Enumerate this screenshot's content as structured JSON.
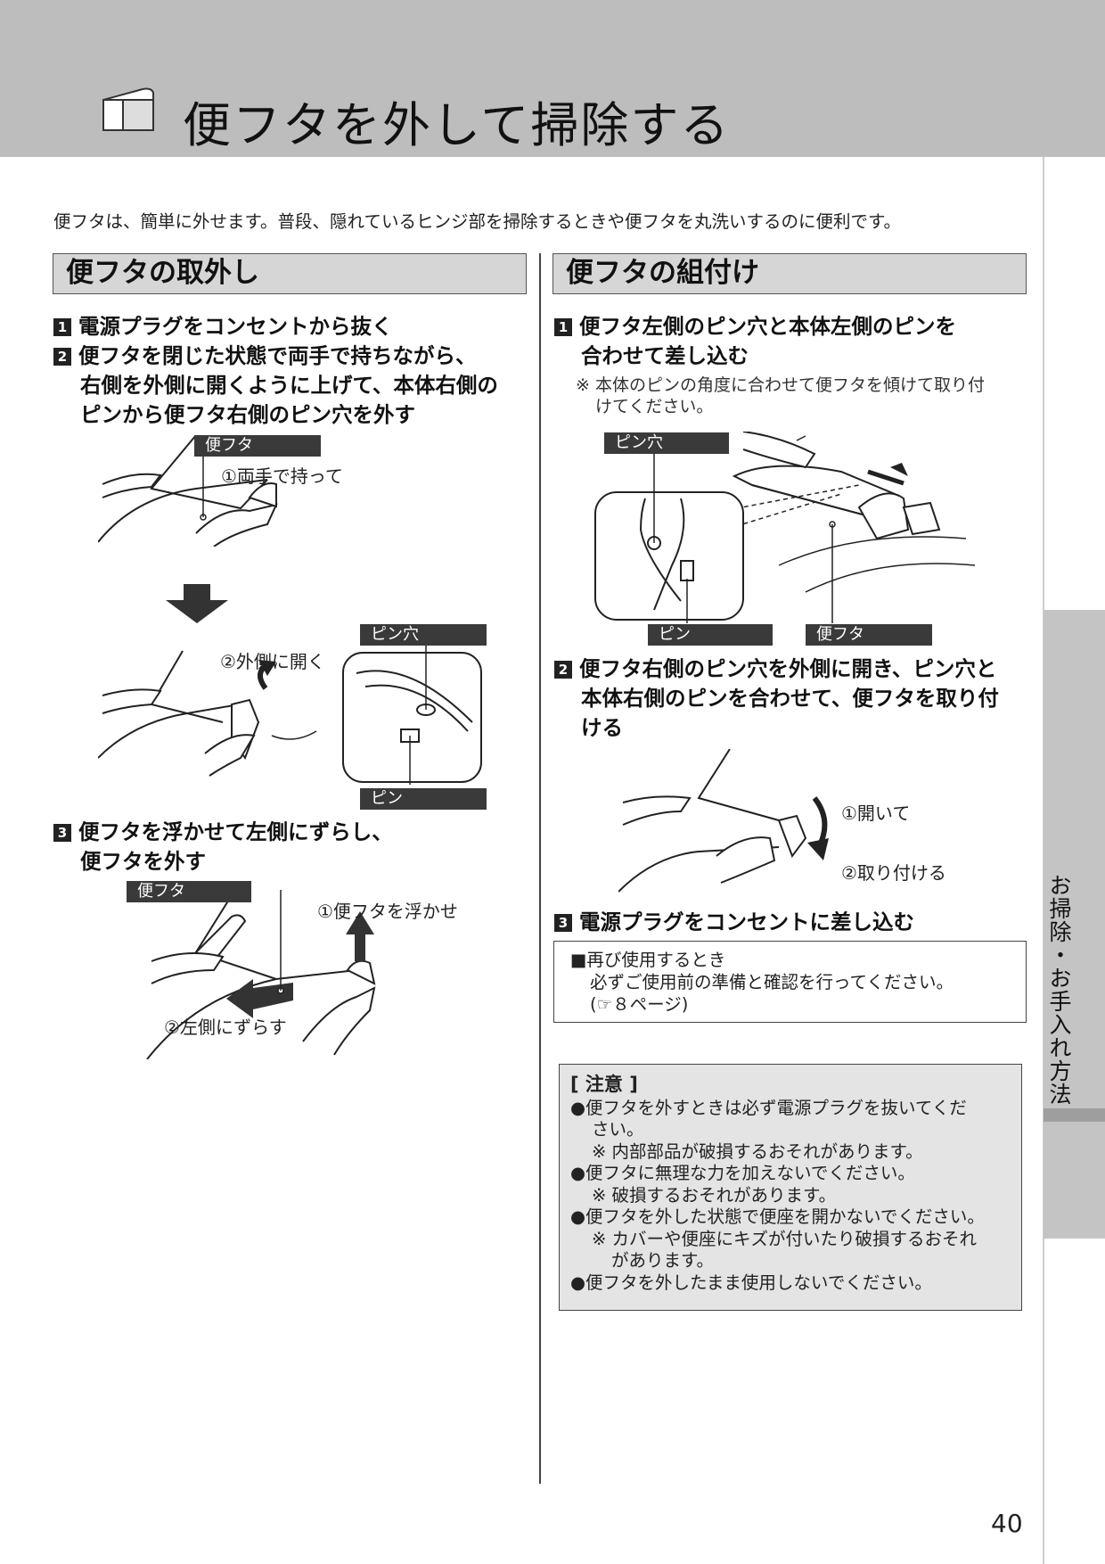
{
  "title": "便フタを外して掃除する",
  "intro": "便フタは、簡単に外せます。普段、隠れているヒンジ部を掃除するときや便フタを丸洗いするのに便利です。",
  "side_tab": "お掃除・お手入れ方法",
  "page_number": "40",
  "left_section": {
    "heading": "便フタの取外し",
    "steps": [
      {
        "num": "1",
        "lines": [
          "電源プラグをコンセントから抜く"
        ]
      },
      {
        "num": "2",
        "lines": [
          "便フタを閉じた状態で両手で持ちながら、",
          "右側を外側に開くように上げて、本体右側の",
          "ピンから便フタ右側のピン穴を外す"
        ]
      },
      {
        "num": "3",
        "lines": [
          "便フタを浮かせて左側にずらし、",
          "便フタを外す"
        ]
      }
    ],
    "fig1": {
      "tag": "便フタ",
      "callout": "①両手で持って"
    },
    "fig2": {
      "callout": "②外側に開く",
      "tag_top": "ピン穴",
      "tag_bottom": "ピン"
    },
    "fig3": {
      "tag": "便フタ",
      "callout_up": "①便フタを浮かせ",
      "callout_left": "②左側にずらす"
    }
  },
  "right_section": {
    "heading": "便フタの組付け",
    "steps": [
      {
        "num": "1",
        "lines": [
          "便フタ左側のピン穴と本体左側のピンを",
          "合わせて差し込む"
        ]
      },
      {
        "num": "2",
        "lines": [
          "便フタ右側のピン穴を外側に開き、ピン穴と",
          "本体右側のピンを合わせて、便フタを取り付",
          "ける"
        ]
      },
      {
        "num": "3",
        "lines": [
          "電源プラグをコンセントに差し込む"
        ]
      }
    ],
    "step1_note": [
      "※ 本体のピンの角度に合わせて便フタを傾けて取り付",
      "けてください。"
    ],
    "fig1": {
      "tag_top": "ピン穴",
      "tag_pin": "ピン",
      "tag_lid": "便フタ"
    },
    "fig2": {
      "callout_open": "①開いて",
      "callout_attach": "②取り付ける"
    },
    "info": {
      "head": "■再び使用するとき",
      "line1": "必ずご使用前の準備と確認を行ってください。",
      "line2": "(☞８ページ)"
    },
    "caution": {
      "title": "[ 注意 ]",
      "items": [
        {
          "text": "●便フタを外すときは必ず電源プラグを抜いてくだ",
          "cont": "さい。",
          "sub": [
            "※ 内部部品が破損するおそれがあります。"
          ]
        },
        {
          "text": "●便フタに無理な力を加えないでください。",
          "sub": [
            "※ 破損するおそれがあります。"
          ]
        },
        {
          "text": "●便フタを外した状態で便座を開かないでください。",
          "sub": [
            "※ カバーや便座にキズが付いたり破損するおそれ",
            "があります。"
          ]
        },
        {
          "text": "●便フタを外したまま使用しないでください。"
        }
      ]
    }
  },
  "colors": {
    "header_bg": "#bdbdbd",
    "tag_bg": "#3a3a3a",
    "section_bg": "#d6d6d6",
    "caution_bg": "#e4e4e4",
    "side_tab_bg": "#c4c4c4"
  }
}
